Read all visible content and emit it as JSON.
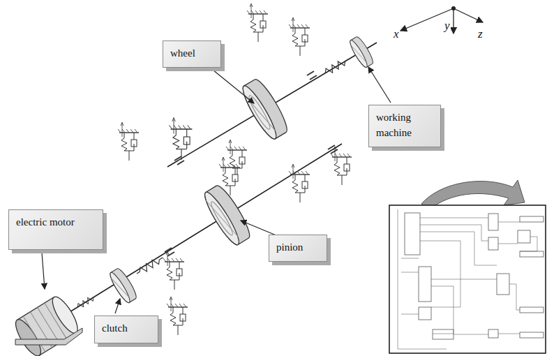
{
  "diagram": {
    "nodes": [
      {
        "text": [
          "wheel"
        ]
      },
      {
        "text": [
          "working machine"
        ]
      },
      {
        "text": [
          "electric motor"
        ]
      },
      {
        "text": [
          "pinion"
        ]
      },
      {
        "text": [
          "clutch"
        ]
      }
    ],
    "labels": [
      "x",
      "y",
      "z"
    ]
  }
}
